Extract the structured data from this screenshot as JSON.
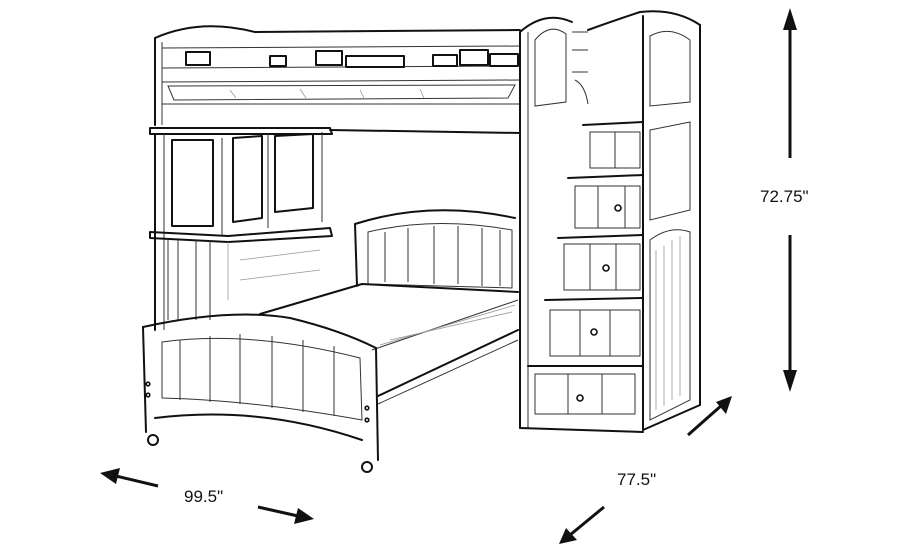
{
  "diagram": {
    "subject": "Loft bunk bed with bookcase, lower twin bed and drawer stairs",
    "background_color": "#ffffff",
    "line_color": "#111111",
    "dimensions": {
      "height": {
        "label": "72.75\"",
        "orientation": "vertical"
      },
      "width": {
        "label": "99.5\"",
        "orientation": "diagonal-left-right"
      },
      "depth": {
        "label": "77.5\"",
        "orientation": "diagonal-front-back"
      }
    },
    "components": [
      {
        "name": "upper-loft-bunk",
        "guardrail_slots": 8
      },
      {
        "name": "bookcase",
        "open_shelves": 3
      },
      {
        "name": "lower-twin-bed",
        "casters": 2
      },
      {
        "name": "stair-chest",
        "drawers": 5,
        "knobs": 4
      }
    ]
  }
}
